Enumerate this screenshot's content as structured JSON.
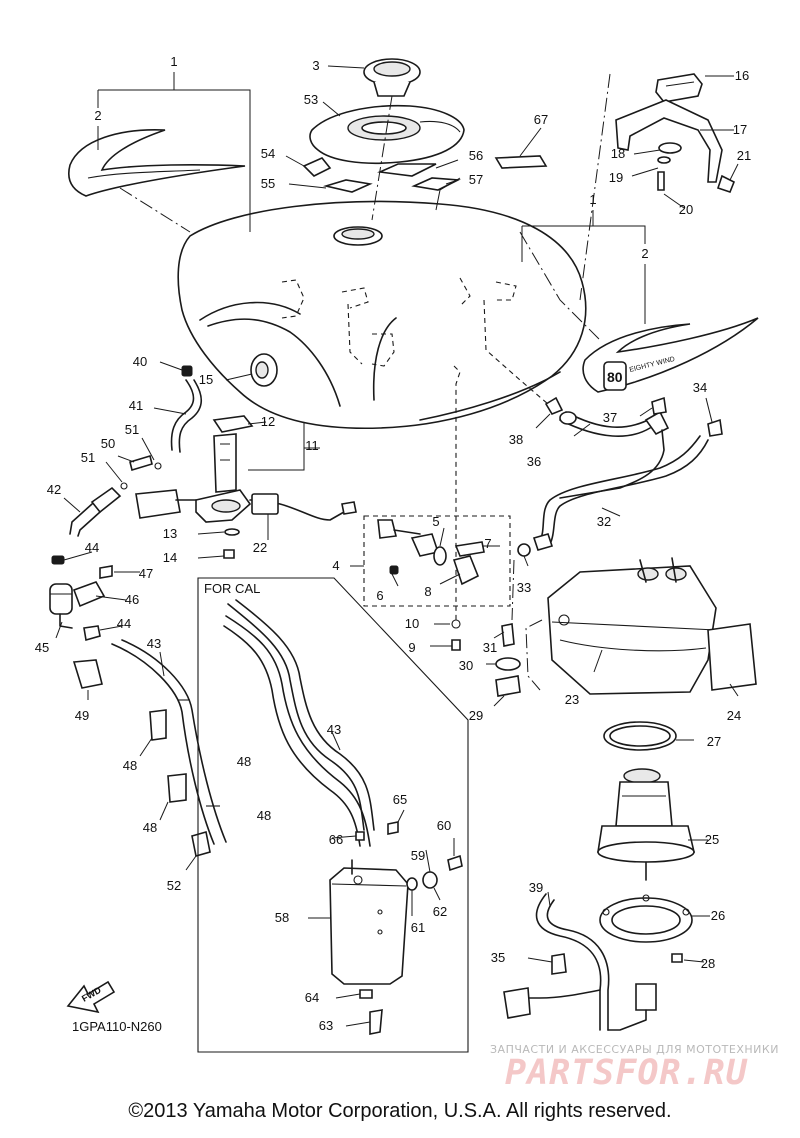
{
  "diagram": {
    "code": "1GPA110-N260",
    "for_cal_label": "FOR CAL",
    "fwd_label": "FWD",
    "copyright": "©2013 Yamaha Motor Corporation, U.S.A. All rights reserved.",
    "watermark": {
      "sub": "ЗАПЧАСТИ И АКСЕССУАРЫ ДЛЯ МОТОТЕХНИКИ",
      "main": "PARTSFOR.RU"
    },
    "emblem_number": "80",
    "emblem_text": "EIGHTY WIND",
    "callouts": [
      "1",
      "2",
      "3",
      "53",
      "54",
      "55",
      "56",
      "57",
      "67",
      "16",
      "17",
      "18",
      "19",
      "20",
      "21",
      "1",
      "2",
      "40",
      "15",
      "41",
      "12",
      "11",
      "37",
      "38",
      "36",
      "34",
      "51",
      "50",
      "51",
      "42",
      "13",
      "14",
      "22",
      "32",
      "44",
      "47",
      "46",
      "45",
      "44",
      "43",
      "49",
      "4",
      "5",
      "6",
      "7",
      "8",
      "33",
      "10",
      "9",
      "31",
      "30",
      "29",
      "23",
      "24",
      "27",
      "48",
      "48",
      "43",
      "48",
      "48",
      "25",
      "65",
      "66",
      "60",
      "59",
      "58",
      "61",
      "62",
      "52",
      "39",
      "26",
      "35",
      "28",
      "64",
      "63"
    ]
  }
}
